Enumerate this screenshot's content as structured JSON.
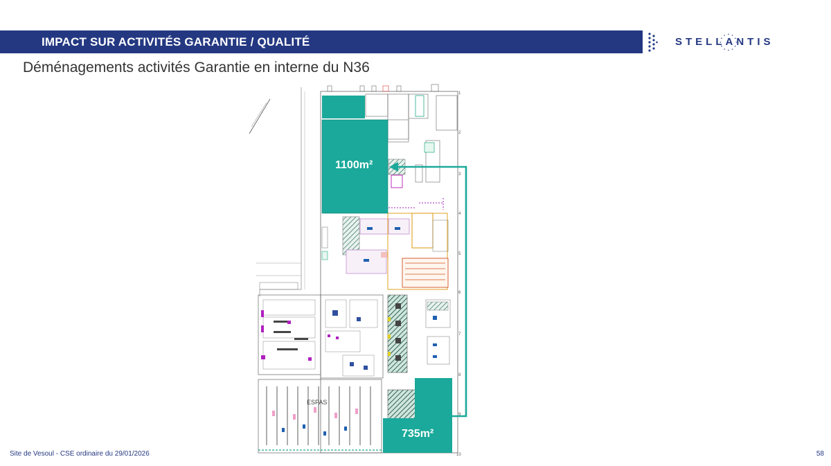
{
  "header": {
    "title": "IMPACT SUR ACTIVITÉS GARANTIE / QUALITÉ",
    "logo_before": "STELL",
    "logo_a": "A",
    "logo_after": "NTIS"
  },
  "subtitle": "Déménagements activités Garantie en interne du N36",
  "plan": {
    "zone_top_label": "1100m²",
    "zone_bottom_label": "735m²",
    "center_text": "ESPAS",
    "grid_labels": [
      "1",
      "2",
      "3",
      "4",
      "5",
      "6",
      "7",
      "8",
      "9",
      "10"
    ]
  },
  "footer": {
    "left": "Site de Vesoul - CSE ordinaire du 29/01/2026",
    "page": "58"
  },
  "colors": {
    "brand_blue": "#243882",
    "zone_teal": "#1aa99a",
    "arrow": "#1aa99a"
  }
}
